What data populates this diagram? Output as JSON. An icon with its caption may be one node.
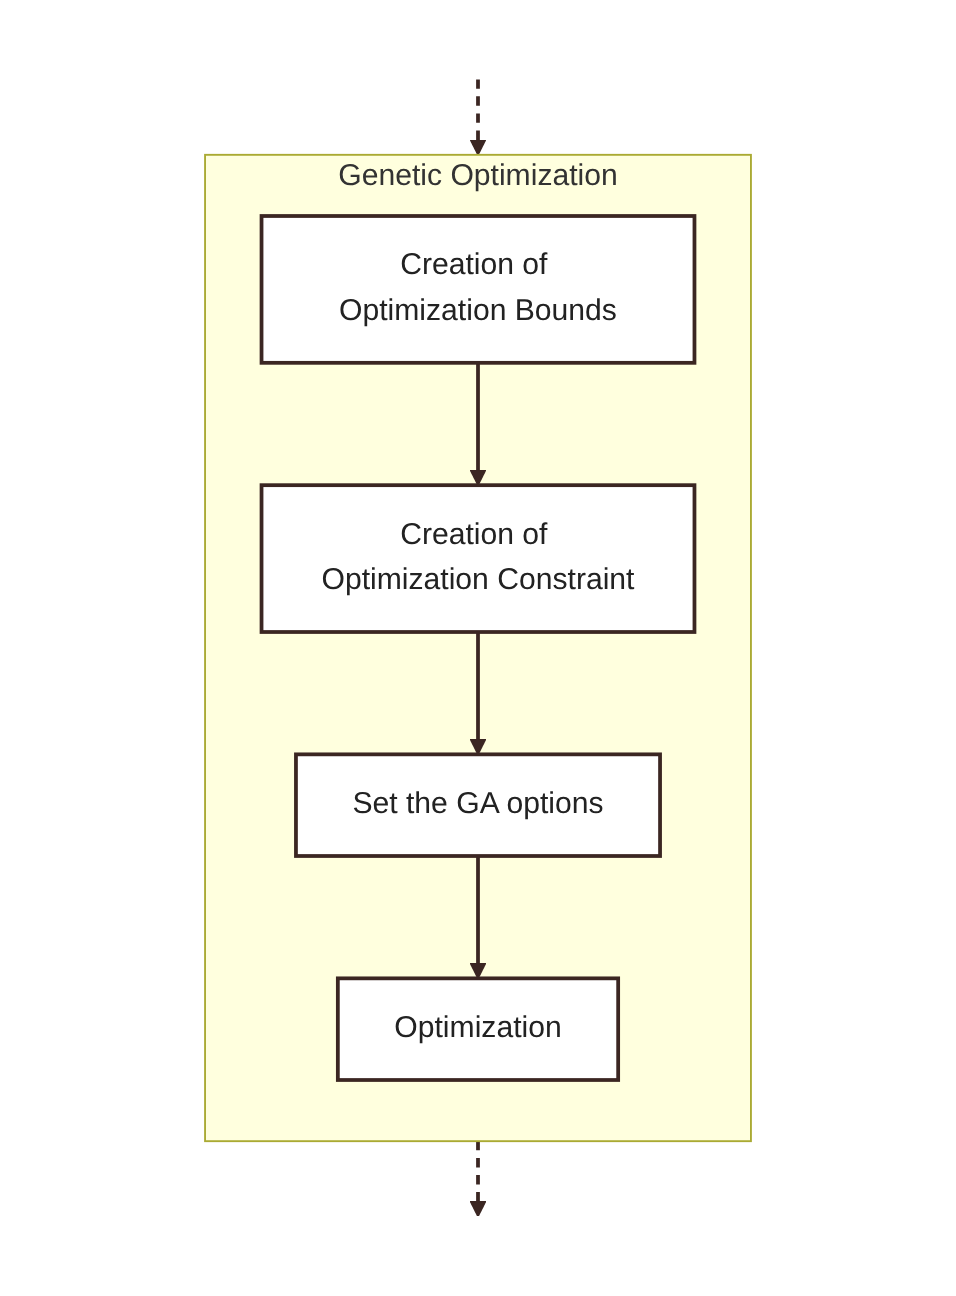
{
  "diagram": {
    "nodes": [
      {
        "text": [
          "Genetic Optimization"
        ]
      },
      {
        "text": [
          "Creation of Optimization Bounds"
        ],
        "in": 0
      },
      {
        "text": [
          "Creation of Optimization Constraint"
        ],
        "in": 0
      },
      {
        "text": [
          "Set the GA options"
        ],
        "in": 0
      },
      {
        "text": [
          "Optimization"
        ],
        "in": 0
      }
    ],
    "edges": [
      {
        "from": null,
        "to": 0,
        "arrow": "to",
        "style": "dashed"
      },
      {
        "from": 1,
        "to": 2,
        "arrow": "to"
      },
      {
        "from": 2,
        "to": 3,
        "arrow": "to"
      },
      {
        "from": 3,
        "to": 4,
        "arrow": "to"
      },
      {
        "from": 0,
        "to": null,
        "arrow": "to",
        "style": "dashed"
      }
    ]
  }
}
